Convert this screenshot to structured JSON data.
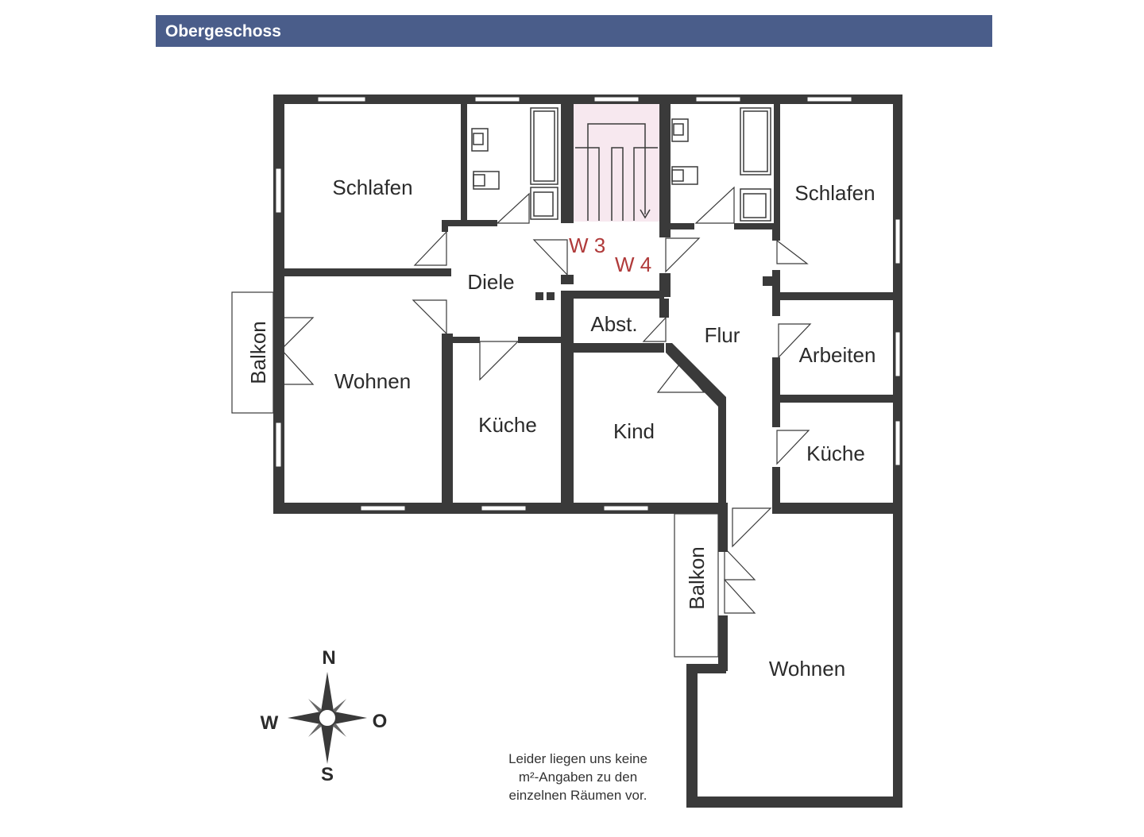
{
  "header": {
    "title": "Obergeschoss"
  },
  "colors": {
    "header_bg": "#4a5d8a",
    "wall": "#3a3a3a",
    "unit_label": "#b03a3a",
    "stair_fill": "#f7e8ef"
  },
  "rooms": {
    "schlafen_w": "Schlafen",
    "diele": "Diele",
    "wohnen_w": "Wohnen",
    "balkon_w": "Balkon",
    "kueche_w": "Küche",
    "abst": "Abst.",
    "kind": "Kind",
    "flur": "Flur",
    "schlafen_e": "Schlafen",
    "arbeiten": "Arbeiten",
    "kueche_e": "Küche",
    "balkon_s": "Balkon",
    "wohnen_s": "Wohnen"
  },
  "units": {
    "w3": "W 3",
    "w4": "W 4"
  },
  "compass": {
    "n": "N",
    "s": "S",
    "w": "W",
    "o": "O"
  },
  "note": {
    "line1": "Leider liegen uns keine",
    "line2": "m²-Angaben zu den",
    "line3": "einzelnen Räumen vor."
  },
  "icons": [
    "compass-rose-icon",
    "bathtub-icon",
    "toilet-icon",
    "sink-icon",
    "staircase-icon"
  ]
}
